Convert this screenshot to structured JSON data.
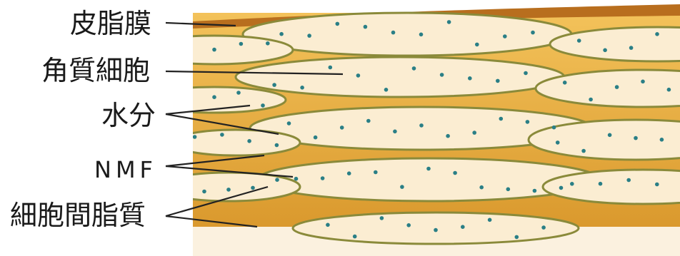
{
  "labels": {
    "sebum": "皮脂膜",
    "corneocyte": "角質細胞",
    "water": "水分",
    "nmf": "NMF",
    "intercellular_lipid": "細胞間脂質"
  },
  "colors": {
    "cell_fill": "#fbedd2",
    "cell_edge": "#8a8a3a",
    "lipid": "#e0a52e",
    "dot": "#2a7f86",
    "leader": "#222222"
  }
}
